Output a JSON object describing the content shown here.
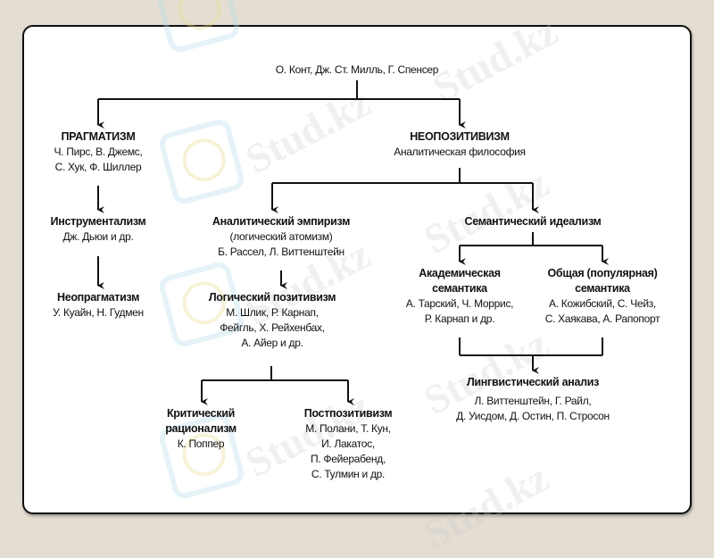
{
  "diagram": {
    "root": {
      "text": "О. Конт, Дж. Ст. Милль, Г. Спенсер"
    },
    "pragmatism": {
      "title": "ПРАГМАТИЗМ",
      "people": [
        "Ч. Пирс, В. Джемс,",
        "С. Хук, Ф. Шиллер"
      ]
    },
    "instrumentalism": {
      "title": "Инструментализм",
      "people": [
        "Дж. Дьюи и др."
      ]
    },
    "neopragmatism": {
      "title": "Неопрагматизм",
      "people": [
        "У. Куайн, Н. Гудмен"
      ]
    },
    "neopositivism": {
      "title": "НЕОПОЗИТИВИЗМ",
      "subtitle": "Аналитическая философия"
    },
    "analytic_empiricism": {
      "title": "Аналитический эмпиризм",
      "people": [
        "(логический атомизм)",
        "Б. Рассел, Л. Виттенштейн"
      ]
    },
    "logical_positivism": {
      "title": "Логический позитивизм",
      "people": [
        "М. Шлик, Р. Карнап,",
        "Фейгль, Х. Рейхенбах,",
        "А. Айер и др."
      ]
    },
    "critical_rationalism": {
      "title": [
        "Критический",
        "рационализм"
      ],
      "people": [
        "К. Поппер"
      ]
    },
    "postpositivism": {
      "title": "Постпозитивизм",
      "people": [
        "М. Полани, Т. Кун,",
        "И. Лакатос,",
        "П. Фейерабенд,",
        "С. Тулмин и др."
      ]
    },
    "semantic_idealism": {
      "title": "Семантический идеализм"
    },
    "academic_semantics": {
      "title": [
        "Академическая",
        "семантика"
      ],
      "people": [
        "А. Тарский, Ч. Моррис,",
        "Р. Карнап и др."
      ]
    },
    "general_semantics": {
      "title": [
        "Общая (популярная)",
        "семантика"
      ],
      "people": [
        "А. Кожибский, С. Чейз,",
        "С. Хаякава, А. Рапопорт"
      ]
    },
    "linguistic_analysis": {
      "title": "Лингвистический анализ",
      "people": [
        "Л. Виттенштейн, Г. Райл,",
        "Д. Уисдом, Д. Остин, П. Стросон"
      ]
    }
  },
  "watermark": {
    "text": "Stud.kz"
  },
  "colors": {
    "background": "#e4ddd2",
    "card": "#ffffff",
    "ink": "#111111"
  }
}
